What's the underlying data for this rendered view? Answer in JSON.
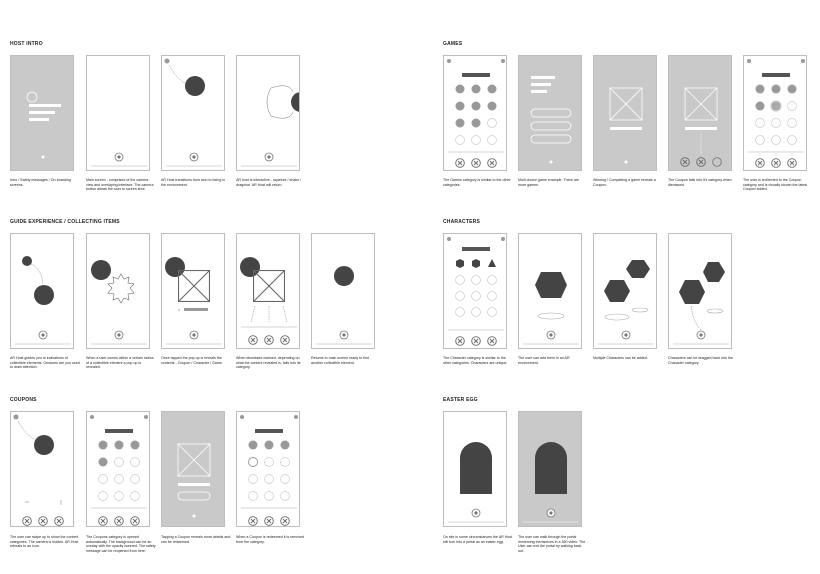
{
  "sections": {
    "host_intro": "HOST INTRO",
    "guide": "GUIDE EXPERIENCE / COLLECTING ITEMS",
    "coupons": "COUPONS",
    "games": "GAMES",
    "characters": "CHARACTERS",
    "easter_egg": "EASTER EGG"
  },
  "captions": {
    "host_intro": [
      "Intro / Safety messages / On-boarding screens.",
      "Main screen - comprised of the camera view and overlaying interface. The camera button allows the user to screen shot.",
      "AR Host transitions from icon to being in the environment.",
      "AR host is interactive - squeeze / shake / dragshot. AR Host will return."
    ],
    "guide": [
      "AR Host guides you to indications of collectible elements. Gestures are you used to draw attention.",
      "When a user comes within a certain radius of a collectible element a pop up is revealed.",
      "Once tapped the pop up is reveals the contents - Coupon / Character / Game.",
      "When dismissed claimed, depending on what the content revealed is, falls into its category.",
      "Returns to main screen ready to find another collectible element."
    ],
    "coupons": [
      "The user can swipe up to show the content categories. The camera is hidden. AR Host retreats to an icon.",
      "The Coupons category is opened automatically. The background can be an overlay with the opacity lowered. The safety message can be reopened from here.",
      "Tapping a Coupon reveals more details and can be redeemed.",
      "When a Coupon is redeemed it is removed from the category."
    ],
    "games": [
      "The Games category is similar to the other categories.",
      "Multi choice game example. There are more games.",
      "Winning / Completing a game reveals a Coupon.",
      "The Coupon falls into it's category when dismissed.",
      "The user is redirected to the Coupon category and is visually shown the latest Coupon added."
    ],
    "characters": [
      "The Character category is similar to the other categories. Characters are unique.",
      "The user can add them in an AR environment.",
      "Multiple Characters can be added.",
      "Characters can be dragged back into the Character category."
    ],
    "easter_egg": [
      "On site in some circumstances the AR Host will turn into a portal as an easter egg.",
      "The user can walk through the portal immersing themselves in a 360 video. The User can exit the portal by walking back out."
    ]
  }
}
